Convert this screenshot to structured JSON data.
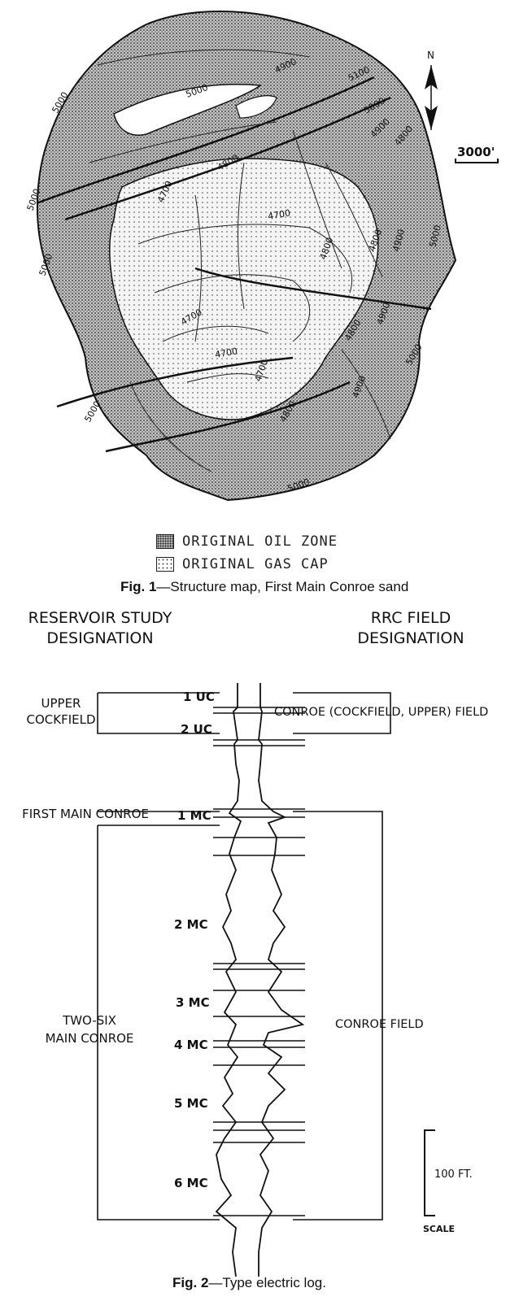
{
  "figure1": {
    "north_label": "N",
    "scale_label": "3000'",
    "contour_labels": [
      "5000",
      "5000",
      "5000",
      "5000",
      "5000",
      "4900",
      "4800",
      "4700",
      "4700",
      "4700",
      "4700",
      "4800",
      "4800",
      "4900",
      "5000",
      "5000",
      "4900",
      "4800",
      "4700",
      "4800",
      "4900",
      "5000",
      "5100",
      "5000",
      "4900",
      "4800"
    ],
    "legend": [
      {
        "label": "ORIGINAL OIL ZONE"
      },
      {
        "label": "ORIGINAL GAS CAP"
      }
    ],
    "caption_prefix": "Fig. 1",
    "caption_text": "—Structure map, First Main Conroe sand"
  },
  "figure2": {
    "left_header_line1": "RESERVOIR STUDY",
    "left_header_line2": "DESIGNATION",
    "right_header_line1": "RRC FIELD",
    "right_header_line2": "DESIGNATION",
    "left_groups": [
      {
        "line1": "UPPER",
        "line2": "COCKFIELD"
      },
      {
        "line1": "FIRST MAIN CONROE",
        "line2": ""
      },
      {
        "line1": "TWO-SIX",
        "line2": "MAIN CONROE"
      }
    ],
    "right_groups": [
      {
        "label": "CONROE (COCKFIELD, UPPER) FIELD"
      },
      {
        "label": "CONROE FIELD"
      }
    ],
    "zones": [
      "1 UC",
      "2 UC",
      "1 MC",
      "2 MC",
      "3 MC",
      "4 MC",
      "5 MC",
      "6 MC"
    ],
    "scale_value": "100 FT.",
    "scale_label": "SCALE",
    "caption_prefix": "Fig. 2",
    "caption_text": "—Type electric log."
  }
}
